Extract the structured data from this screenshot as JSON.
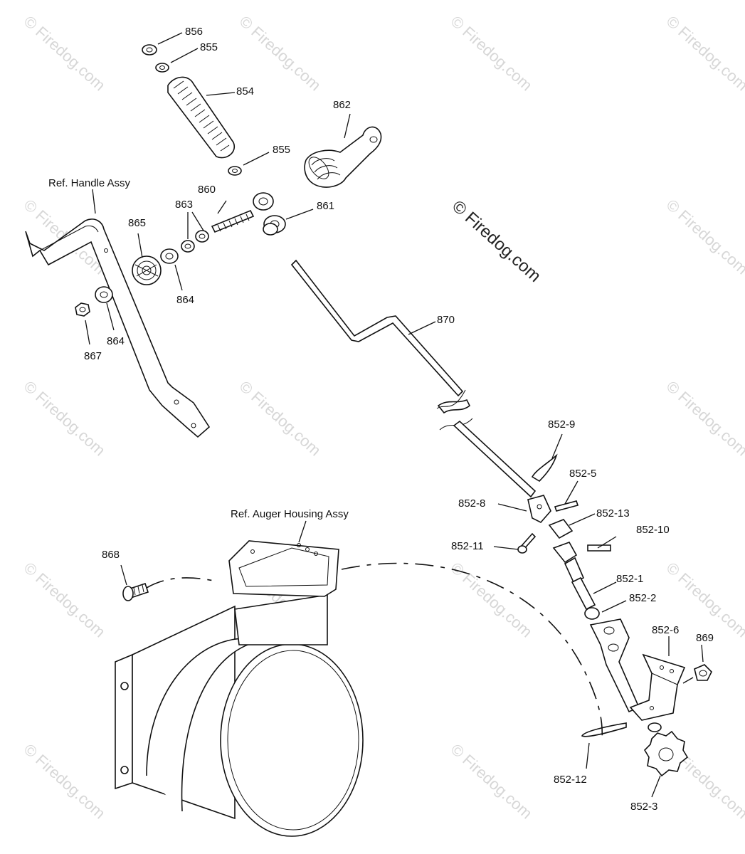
{
  "labels": {
    "p856": "856",
    "p855a": "855",
    "p854": "854",
    "p855b": "855",
    "p862": "862",
    "ref_handle": "Ref. Handle Assy",
    "p860": "860",
    "p863": "863",
    "p861": "861",
    "p865": "865",
    "p864a": "864",
    "p864b": "864",
    "p867": "867",
    "p870": "870",
    "p852_9": "852-9",
    "p852_5": "852-5",
    "p852_8": "852-8",
    "p852_13": "852-13",
    "p852_10": "852-10",
    "p852_11": "852-11",
    "ref_auger": "Ref. Auger Housing Assy",
    "p868": "868",
    "p852_1": "852-1",
    "p852_2": "852-2",
    "p852_6": "852-6",
    "p869": "869",
    "p852_12": "852-12",
    "p852_3": "852-3"
  },
  "watermark": {
    "text": "© Firedog.com",
    "center_text": "© Firedog.com"
  }
}
